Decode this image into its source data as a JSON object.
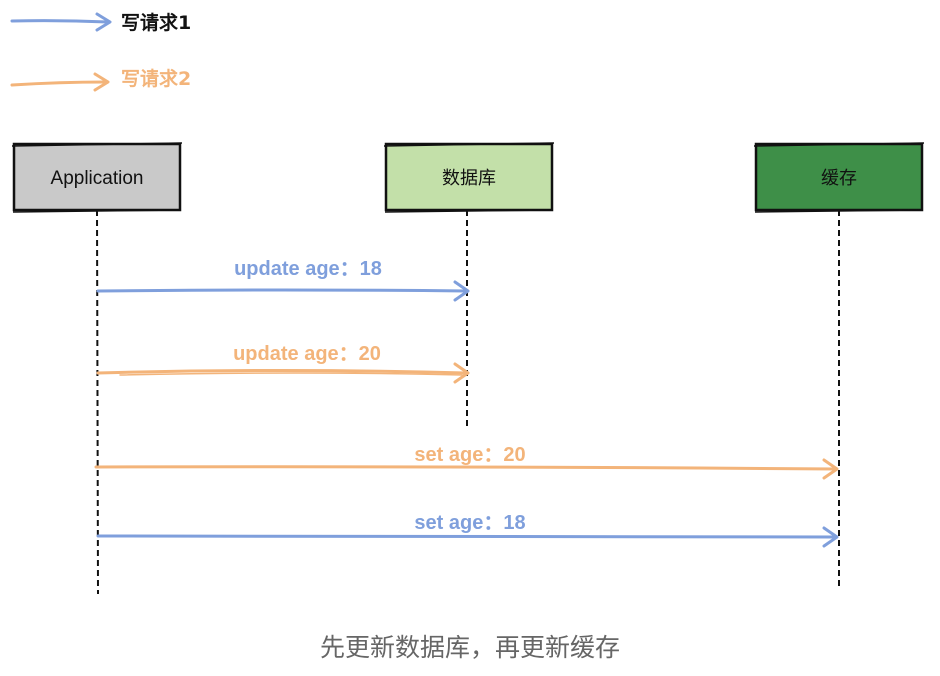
{
  "colors": {
    "request1": "#7f9fdc",
    "request2": "#f3b47a",
    "application_fill": "#c9c9c9",
    "database_fill": "#c3e0a9",
    "cache_fill": "#3e8f48",
    "caption": "#666666"
  },
  "legend": [
    {
      "label": "写请求1",
      "color_key": "request1",
      "text_color": "#111111"
    },
    {
      "label": "写请求2",
      "color_key": "request2",
      "text_color": "#f3b47a"
    }
  ],
  "participants": {
    "application": "Application",
    "database": "数据库",
    "cache": "缓存"
  },
  "messages": [
    {
      "label": "update age：18",
      "from": "application",
      "to": "database",
      "request": "request1"
    },
    {
      "label": "update age：20",
      "from": "application",
      "to": "database",
      "request": "request2"
    },
    {
      "label": "set age：20",
      "from": "application",
      "to": "cache",
      "request": "request2"
    },
    {
      "label": "set age：18",
      "from": "application",
      "to": "cache",
      "request": "request1"
    }
  ],
  "caption": "先更新数据库，再更新缓存"
}
